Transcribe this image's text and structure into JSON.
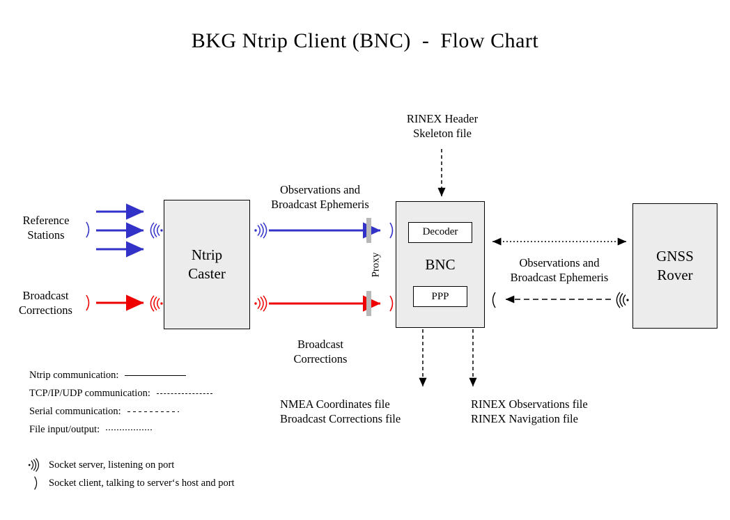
{
  "title": "BKG Ntrip Client (BNC)  -  Flow Chart",
  "nodes": {
    "caster": {
      "line1": "Ntrip",
      "line2": "Caster"
    },
    "bnc": {
      "label": "BNC",
      "decoder": "Decoder",
      "ppp": "PPP"
    },
    "rover": {
      "line1": "GNSS",
      "line2": "Rover"
    }
  },
  "labels": {
    "reference_stations": "Reference\nStations",
    "broadcast_corrections_in": "Broadcast\nCorrections",
    "obs_ephemeris_left": "Observations and\nBroadcast Ephemeris",
    "broadcast_corrections_mid": "Broadcast\nCorrections",
    "proxy": "Proxy",
    "rinex_header": "RINEX Header\nSkeleton file",
    "obs_ephemeris_right": "Observations and\nBroadcast Ephemeris",
    "output_left": "NMEA Coordinates file\nBroadcast Corrections file",
    "output_right": "RINEX Observations file\nRINEX Navigation file"
  },
  "legend": {
    "lines": [
      {
        "name": "Ntrip communication:",
        "style": "solid"
      },
      {
        "name": "TCP/IP/UDP communication:",
        "style": "dashed-long"
      },
      {
        "name": "Serial communication:",
        "style": "dashed-medium"
      },
      {
        "name": "File input/output:",
        "style": "dotted-fine"
      }
    ],
    "sockets": [
      {
        "glyph": "socket-server",
        "text": "Socket server, listening on port"
      },
      {
        "glyph": "socket-client",
        "text": "Socket client, talking to server‘s host and port"
      }
    ]
  },
  "colors": {
    "ntrip_blue": "#3232c8",
    "corrections_red": "#ee0000",
    "box_fill": "#ececec",
    "proxy_bar": "#b8b8b8",
    "line_black": "#000000"
  }
}
